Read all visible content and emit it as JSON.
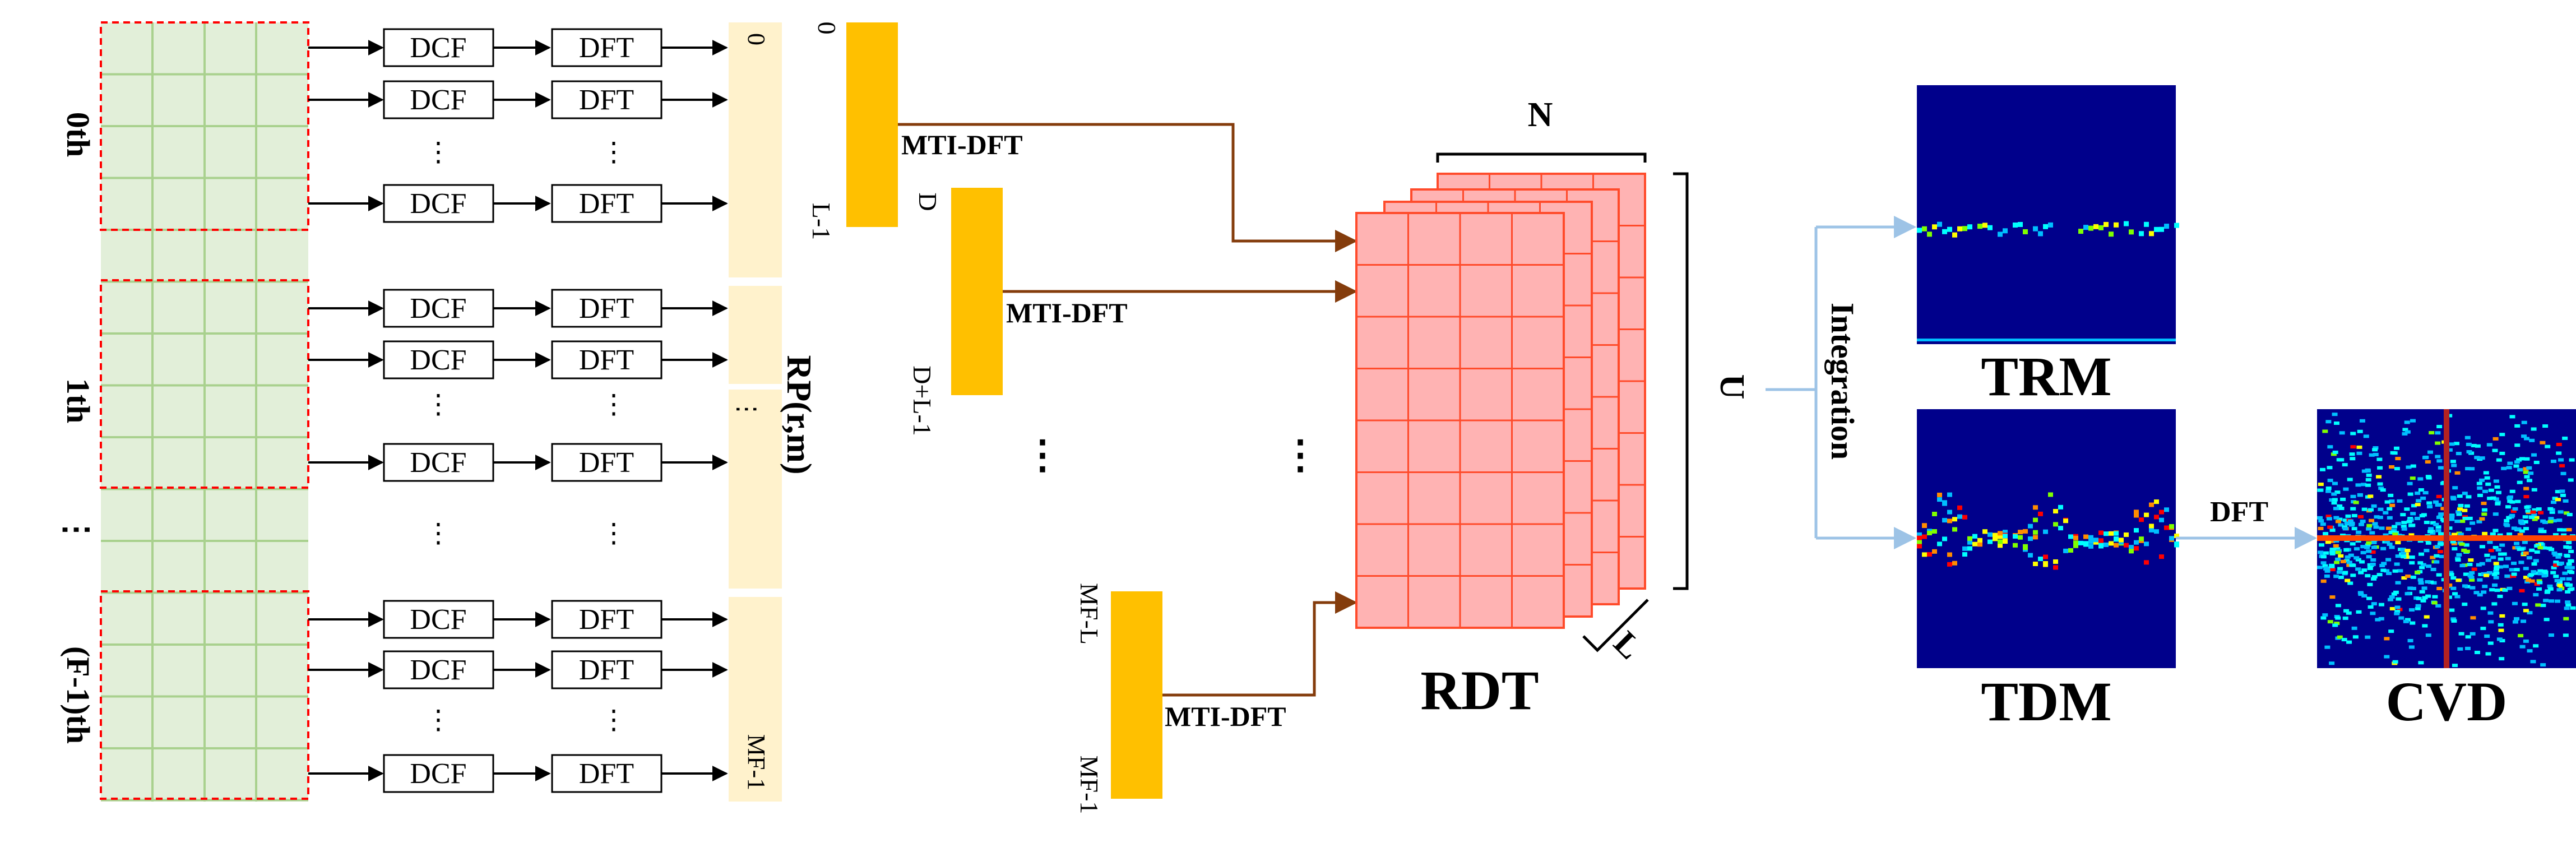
{
  "frames": [
    "0th",
    "1th",
    "⋮",
    "(F-1)th"
  ],
  "blocks": {
    "dcf": "DCF",
    "dft": "DFT",
    "vdots": "⋮"
  },
  "rp": {
    "label": "RP(r,m)",
    "top": "0",
    "bottom": "MF-1",
    "mid": "⋮"
  },
  "mti": {
    "label": "MTI-DFT",
    "seg1": {
      "start": "0",
      "end": "L-1"
    },
    "seg2": {
      "start": "D",
      "end": "D+L-1"
    },
    "seg3": {
      "start": "MF-L",
      "end": "MF-1"
    },
    "dots": "⋮"
  },
  "rdt": {
    "label": "RDT",
    "dim_n": "N",
    "dim_u": "U",
    "dim_l": "L"
  },
  "integration": "Integration",
  "maps": {
    "trm": "TRM",
    "tdm": "TDM",
    "cvd": "CVD",
    "dft": "DFT"
  },
  "colors": {
    "frame_fill": "#e2efd9",
    "frame_grid": "#a9d18e",
    "frame_border": "#ff0000",
    "rp_fill": "#fff2cc",
    "mti_bar": "#ffc000",
    "mti_arrow": "#843c0c",
    "rdt_fill": "#ffb3b3",
    "rdt_line": "#ff4b2b",
    "integration_arrow": "#9dc3e6",
    "map_bg": "#00008b"
  }
}
